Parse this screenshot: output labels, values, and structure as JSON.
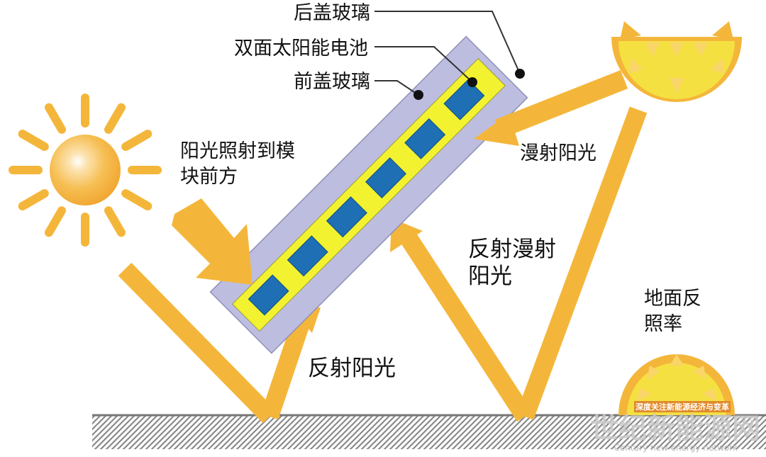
{
  "colors": {
    "arrow": "#F4B63A",
    "sun": "#F4B63A",
    "panel_glass": "#BDBDE0",
    "panel_encap": "#F2F230",
    "cell": "#1E6FB4",
    "ground": "#8A8A8A"
  },
  "labels": {
    "rear_glass": "后盖玻璃",
    "bifacial_cell": "双面太阳能电池",
    "front_glass": "前盖玻璃",
    "front_light_1": "阳光照射到模",
    "front_light_2": "块前方",
    "diffuse": "漫射阳光",
    "reflected_diffuse_1": "反射漫射",
    "reflected_diffuse_2": "阳光",
    "reflected": "反射阳光",
    "albedo_1": "地面反",
    "albedo_2": "照率"
  },
  "watermark": {
    "stamp": "深度关注新能源经济与变革",
    "title": "世纪新能源网",
    "subtitle": "Century new energy network"
  },
  "icons": [
    "sun-icon",
    "diffuse-sky-icon",
    "ground-albedo-icon"
  ]
}
